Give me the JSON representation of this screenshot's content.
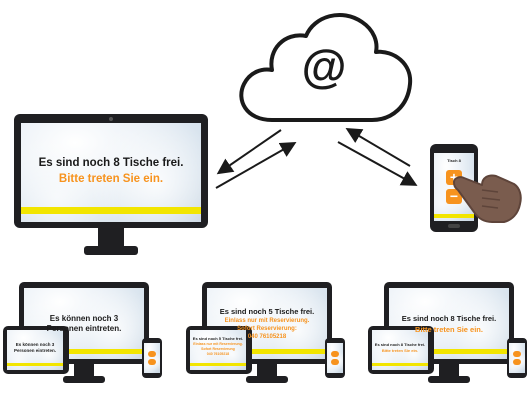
{
  "cloud": {
    "symbol": "@"
  },
  "main_monitor": {
    "line1": "Es sind noch 8 Tische frei.",
    "line2": "Bitte treten Sie ein."
  },
  "main_phone": {
    "title": "Tisch 8",
    "plus": "+",
    "minus": "−"
  },
  "stations": [
    {
      "monitor_line1": "Es können noch 3 Personen eintreten.",
      "tablet_line1": "Es können noch 3 Personen eintreten."
    },
    {
      "monitor_line1": "Es sind noch 5 Tische frei.",
      "monitor_line2": "Einlass nur mit Reservierung.",
      "monitor_line3": "Sofort Reservierung:",
      "monitor_line4": "040 76105218",
      "tablet_line1": "Es sind noch 5 Tische frei.",
      "tablet_line2": "Einlass nur mit Reservierung.",
      "tablet_line3": "Sofort Reservierung",
      "tablet_line4": "040 76105218"
    },
    {
      "monitor_line1": "Es sind noch 8 Tische frei.",
      "monitor_line2": "Bitte treten Sie ein.",
      "tablet_line1": "Es sind noch 8 Tische frei.",
      "tablet_line2": "Bitte treten Sie ein."
    }
  ],
  "colors": {
    "accent_yellow": "#f2e500",
    "accent_orange": "#f7931e",
    "device_black": "#1f1f22"
  }
}
